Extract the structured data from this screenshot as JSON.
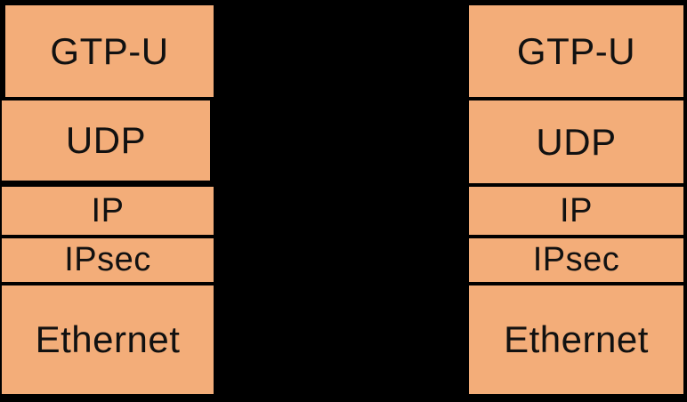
{
  "colors": {
    "background": "#000000",
    "layer_fill": "#F3AD79",
    "layer_border": "#000000",
    "text": "#111111"
  },
  "stacks": [
    {
      "layers": [
        {
          "label": "GTP-U"
        },
        {
          "label": "UDP"
        },
        {
          "label": "IP"
        },
        {
          "label": "IPsec"
        },
        {
          "label": "Ethernet"
        }
      ]
    },
    {
      "layers": [
        {
          "label": "GTP-U"
        },
        {
          "label": "UDP"
        },
        {
          "label": "IP"
        },
        {
          "label": "IPsec"
        },
        {
          "label": "Ethernet"
        }
      ]
    }
  ]
}
